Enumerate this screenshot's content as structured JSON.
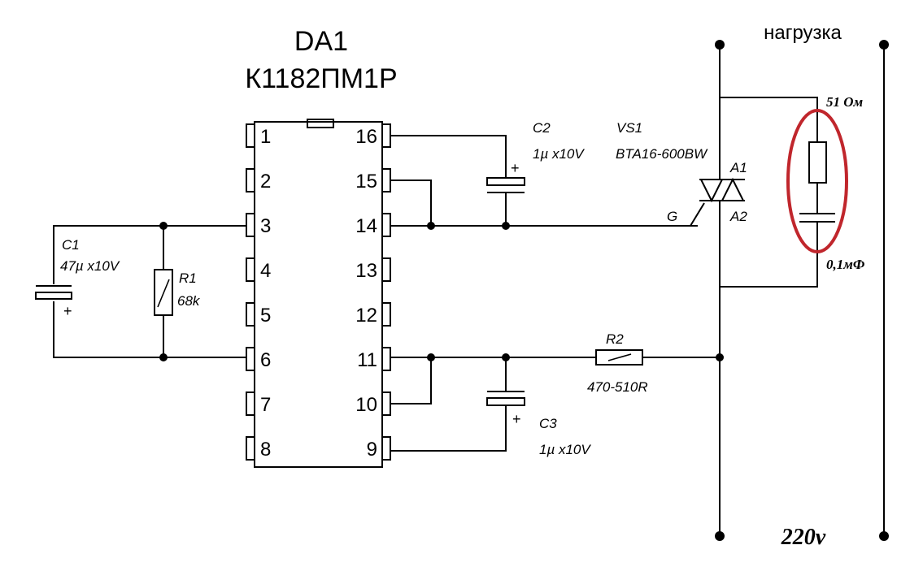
{
  "chip": {
    "designator": "DA1",
    "part": "К1182ПМ1Р",
    "pins_left": [
      "1",
      "2",
      "3",
      "4",
      "5",
      "6",
      "7",
      "8"
    ],
    "pins_right": [
      "16",
      "15",
      "14",
      "13",
      "12",
      "11",
      "10",
      "9"
    ]
  },
  "components": {
    "c1": {
      "name": "C1",
      "value": "47µ x10V",
      "polarity": "+"
    },
    "r1": {
      "name": "R1",
      "value": "68k"
    },
    "c2": {
      "name": "C2",
      "value": "1µ x10V",
      "polarity": "+"
    },
    "c3": {
      "name": "C3",
      "value": "1µ x10V",
      "polarity": "+"
    },
    "r2": {
      "name": "R2",
      "value": "470-510R"
    },
    "vs1": {
      "name": "VS1",
      "part": "BTA16-600BW",
      "a1": "A1",
      "a2": "A2",
      "gate": "G"
    },
    "snubber": {
      "resistor": "51 Ом",
      "capacitor": "0,1мФ",
      "highlight_color": "#c0262c"
    }
  },
  "labels": {
    "load": "нагрузка",
    "supply": "220v"
  },
  "colors": {
    "wire": "#000000",
    "highlight": "#c0262c"
  }
}
